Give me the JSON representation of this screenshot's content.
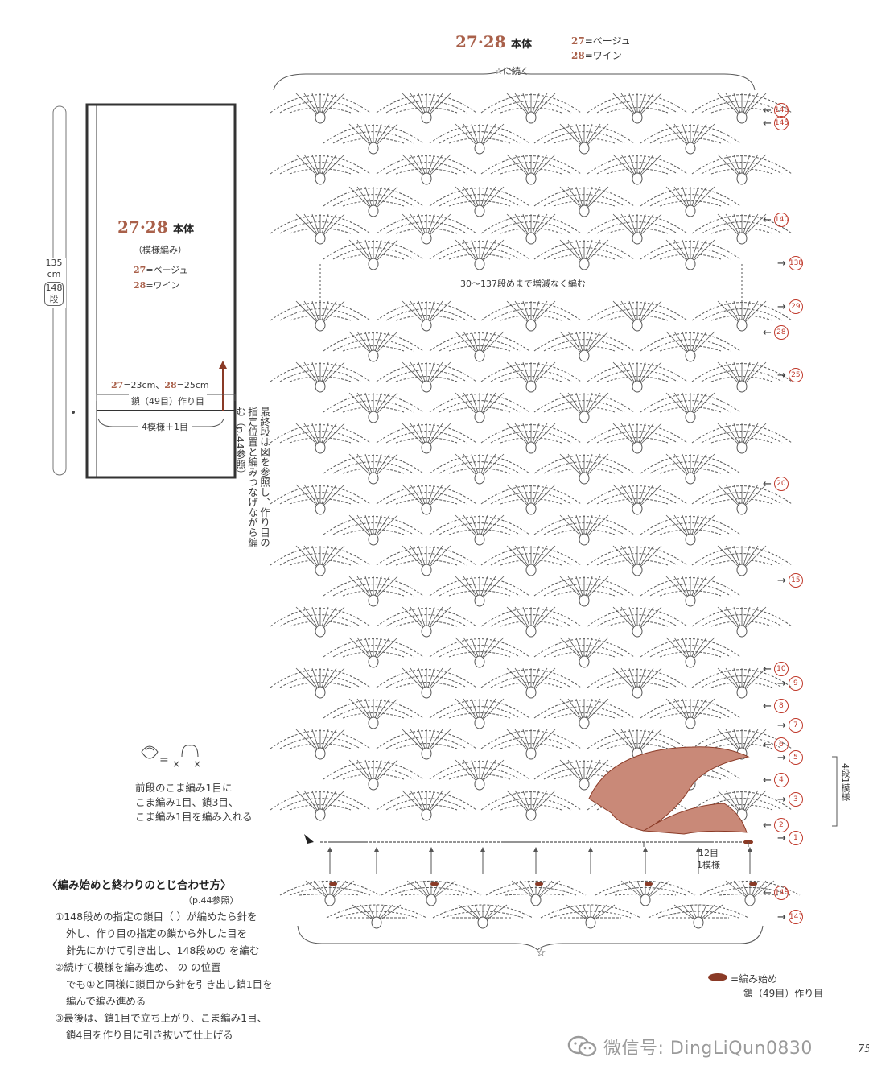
{
  "header": {
    "model": "27·28",
    "part": "本体",
    "colors": [
      {
        "no": "27",
        "name": "=ベージュ"
      },
      {
        "no": "28",
        "name": "=ワイン"
      }
    ],
    "continue_label": "☆に続く"
  },
  "schematic": {
    "model": "27·28",
    "part": "本体",
    "pattern": "（模様編み）",
    "colors": [
      {
        "no": "27",
        "name": "=ベージュ"
      },
      {
        "no": "28",
        "name": "=ワイン"
      }
    ],
    "length_cm": "135",
    "length_unit": "cm",
    "length_rows": "148",
    "length_rows_unit": "段",
    "width_27_no": "27",
    "width_27": "=23cm、",
    "width_28_no": "28",
    "width_28": "=25cm",
    "foundation": "鎖（49目）作り目",
    "repeat": "4模様＋1目",
    "side_note": "最終段は図を参照し、作り目の指定位置と編みつなげながら編む（p.44参照）"
  },
  "chart": {
    "mid_note": "30〜137段めまで増減なく編む",
    "repeat_width": "12目",
    "repeat_label": "1模様",
    "vertical_repeat": "4段1模様",
    "bottom_star": "☆",
    "row_labels": [
      {
        "n": "146",
        "side": "left"
      },
      {
        "n": "145",
        "side": "left"
      },
      {
        "n": "140",
        "side": "left"
      },
      {
        "n": "138",
        "side": "right"
      },
      {
        "n": "29",
        "side": "right"
      },
      {
        "n": "28",
        "side": "left"
      },
      {
        "n": "25",
        "side": "right"
      },
      {
        "n": "20",
        "side": "left"
      },
      {
        "n": "15",
        "side": "right"
      },
      {
        "n": "10",
        "side": "left"
      },
      {
        "n": "9",
        "side": "right"
      },
      {
        "n": "8",
        "side": "left"
      },
      {
        "n": "7",
        "side": "right"
      },
      {
        "n": "6",
        "side": "left"
      },
      {
        "n": "5",
        "side": "right"
      },
      {
        "n": "4",
        "side": "left"
      },
      {
        "n": "3",
        "side": "right"
      },
      {
        "n": "2",
        "side": "left"
      },
      {
        "n": "1",
        "side": "right"
      },
      {
        "n": "148",
        "side": "left"
      },
      {
        "n": "147",
        "side": "right"
      }
    ]
  },
  "legend": {
    "symbol_note_lines": [
      "前段のこま編み1目に",
      "こま編み1目、鎖3目、",
      "こま編み1目を編み入れる"
    ],
    "start_note": "=編み始め",
    "start_sub": "鎖（49目）作り目"
  },
  "joining": {
    "title": "〈編み始めと終わりのとじ合わせ方〉",
    "ref": "（p.44参照）",
    "lines": [
      "①148段めの指定の鎖目（ ）が編めたら針を",
      "外し、作り目の指定の鎖から外した目を",
      "針先にかけて引き出し、148段めの を編む",
      "②続けて模様を編み進め、 の の位置",
      "でも①と同様に鎖目から針を引き出し鎖1目を",
      "編んで編み進める",
      "③最後は、鎖1目で立ち上がり、こま編み1目、",
      "鎖4目を作り目に引き抜いて仕上げる"
    ]
  },
  "watermark": "微信号: DingLiQun0830",
  "page_number": "75",
  "colors": {
    "accent": "#a9604a",
    "fill": "#c98978",
    "line": "#555555"
  }
}
